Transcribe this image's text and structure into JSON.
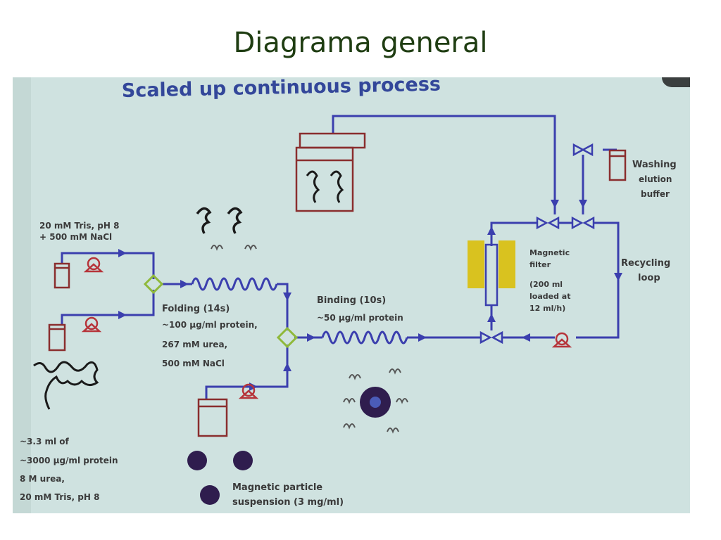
{
  "page": {
    "title": "Diagrama general"
  },
  "slide": {
    "heading": "Scaled up continuous process",
    "labels": {
      "buffer_line1": "20 mM Tris, pH 8",
      "buffer_line2": "+ 500 mM NaCl",
      "folding_title": "Folding (14s)",
      "folding_line1": "~100 µg/ml protein,",
      "folding_line2": "267 mM urea,",
      "folding_line3": "500 mM NaCl",
      "binding_title": "Binding (10s)",
      "binding_line1": "~50 µg/ml protein",
      "feed_line1": "~3.3 ml of",
      "feed_line2": "~3000 µg/ml protein",
      "feed_line3": "8 M urea,",
      "feed_line4": "20 mM Tris, pH 8",
      "particle_line1": "Magnetic particle",
      "particle_line2": "suspension (3 mg/ml)",
      "filter_line1": "Magnetic",
      "filter_line2": "filter",
      "filter_line3": "(200 ml",
      "filter_line4": "loaded at",
      "filter_line5": "12 ml/h)",
      "washing_line1": "Washing",
      "washing_line2": "elution",
      "washing_line3": "buffer",
      "recycling_line1": "Recycling",
      "recycling_line2": "loop"
    }
  },
  "colors": {
    "pipe": "#3b3fae",
    "vessel": "#8a2e2e",
    "mixer": "#8fb93a",
    "filter": "#d9c21f",
    "screen_bg": "#cfe2e0",
    "title": "#1f3d12",
    "heading": "#33479a"
  }
}
